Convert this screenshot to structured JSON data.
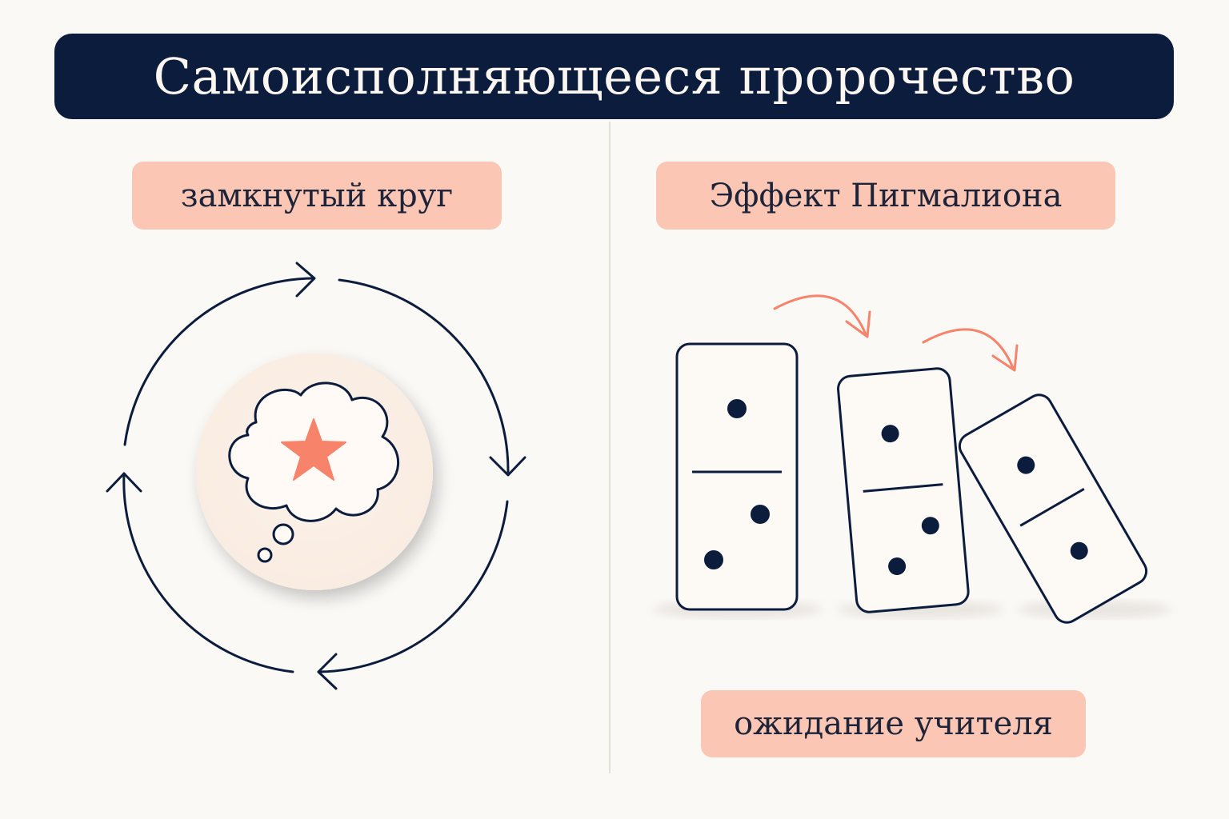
{
  "title": "Самоисполняющееся пророчество",
  "left_panel": {
    "label": "замкнутый круг"
  },
  "right_panel": {
    "label": "Эффект Пигмалиона",
    "bottom_label": "ожидание учителя"
  },
  "colors": {
    "navy": "#0c1c3d",
    "salmon": "#f7836a",
    "pill": "#fbc6b3",
    "background": "#fbf9f6"
  },
  "icons": [
    "cycle-arrows-icon",
    "thought-bubble-icon",
    "star-icon",
    "domino-icon",
    "curved-arrow-icon"
  ]
}
